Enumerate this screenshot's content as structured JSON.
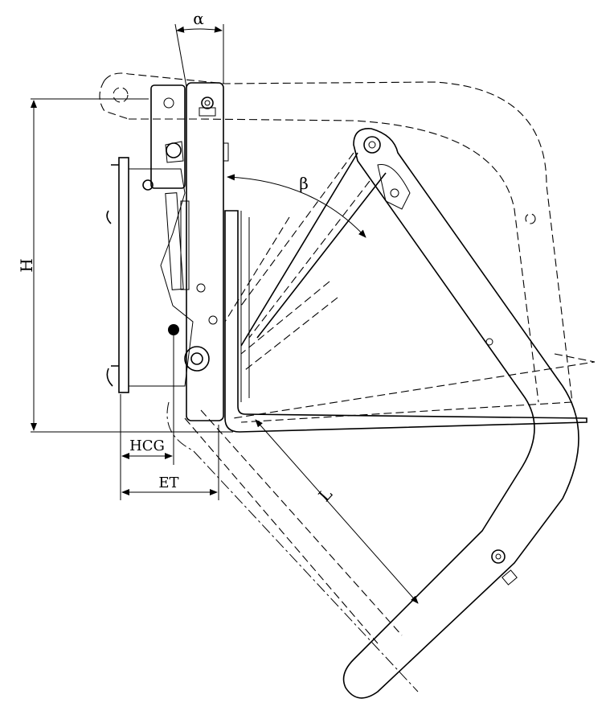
{
  "diagram": {
    "labels": {
      "alpha": "α",
      "beta": "β",
      "height": "H",
      "hcg": "HCG",
      "et": "ET",
      "length": "L"
    },
    "colors": {
      "line": "#000000",
      "background": "#ffffff"
    }
  }
}
